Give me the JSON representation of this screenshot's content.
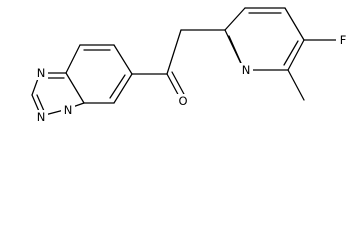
{
  "molecule": {
    "atoms": {
      "oxygen": "O",
      "fluorine": "F",
      "pyridine_nitrogen": "N",
      "triazole_nitrogen_top": "N",
      "triazole_nitrogen_left": "N",
      "triazole_nitrogen_bridge": "N"
    },
    "colors": {
      "bond": "#000000",
      "label": "#000000",
      "background": "#ffffff"
    }
  }
}
